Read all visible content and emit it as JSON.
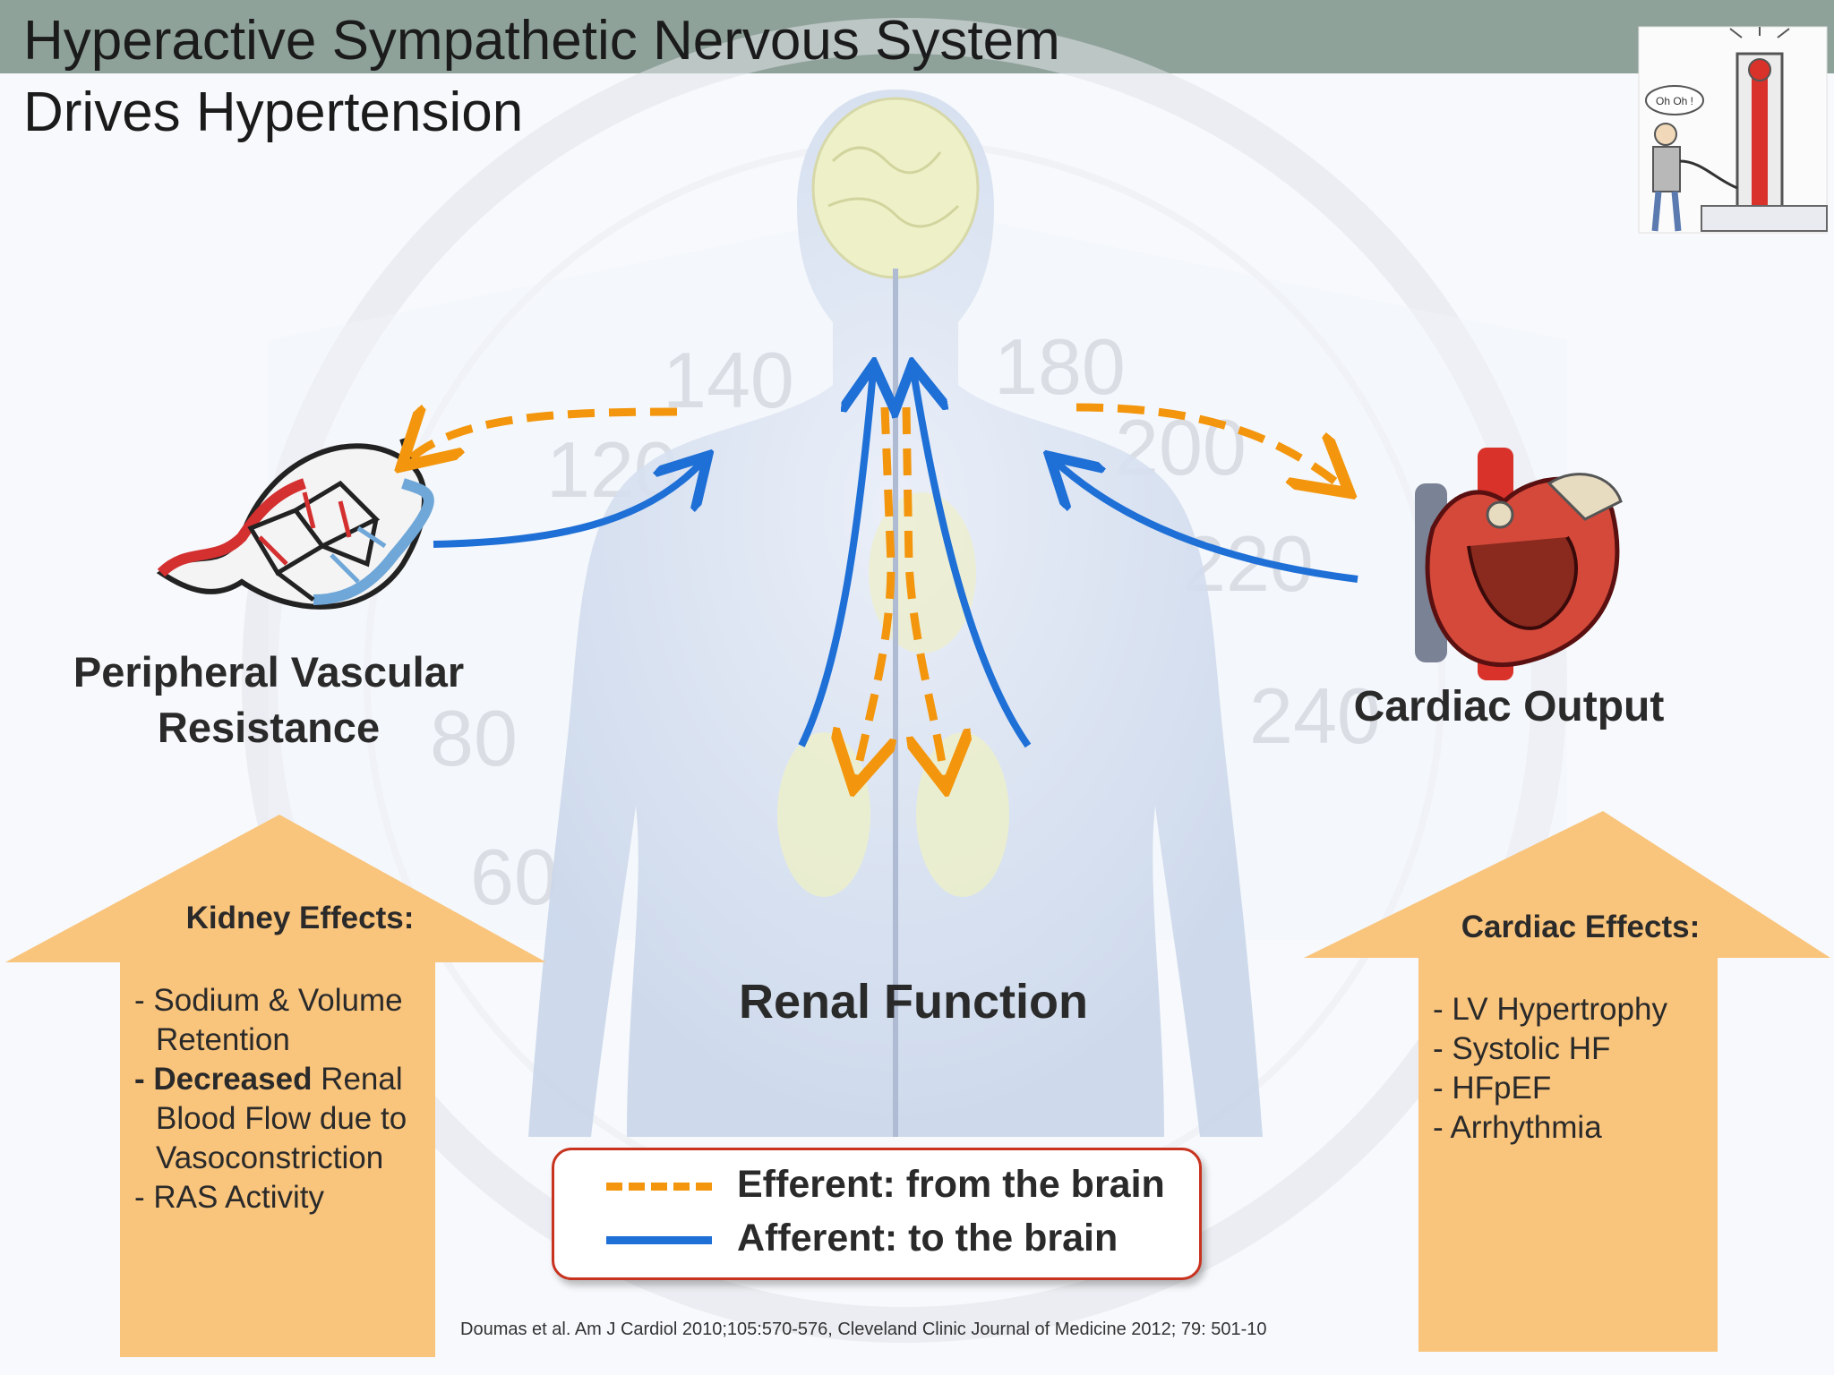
{
  "title": {
    "line1": "Hyperactive Sympathetic Nervous System",
    "line2": "Drives Hypertension"
  },
  "labels": {
    "peripheral": [
      "Peripheral Vascular",
      "Resistance"
    ],
    "cardiac_output": "Cardiac Output",
    "renal_function": "Renal Function"
  },
  "kidney_effects": {
    "heading": "Kidney Effects:",
    "items": [
      {
        "bold": "",
        "text": "- Sodium & Volume Retention"
      },
      {
        "bold": "- Decreased",
        "text": " Renal Blood Flow due to Vasoconstriction"
      },
      {
        "bold": "",
        "text": "- RAS Activity"
      }
    ]
  },
  "cardiac_effects": {
    "heading": "Cardiac Effects:",
    "items": [
      "- LV Hypertrophy",
      "- Systolic HF",
      "- HFpEF",
      "- Arrhythmia"
    ]
  },
  "legend": {
    "efferent": "Efferent: from the brain",
    "afferent": "Afferent: to the brain"
  },
  "gauge_numbers": [
    "60",
    "80",
    "120",
    "140",
    "180",
    "200",
    "220",
    "240"
  ],
  "cartoon_bubble": "Oh Oh !",
  "citation": "Doumas et al. Am J Cardiol 2010;105:570-576, Cleveland Clinic Journal of Medicine 2012; 79: 501-10",
  "colors": {
    "efferent": "#f3960d",
    "afferent": "#1e6fd6",
    "arrow_box": "#f9c47c",
    "title_bar": "#8fa29a",
    "legend_border": "#c7331f"
  }
}
